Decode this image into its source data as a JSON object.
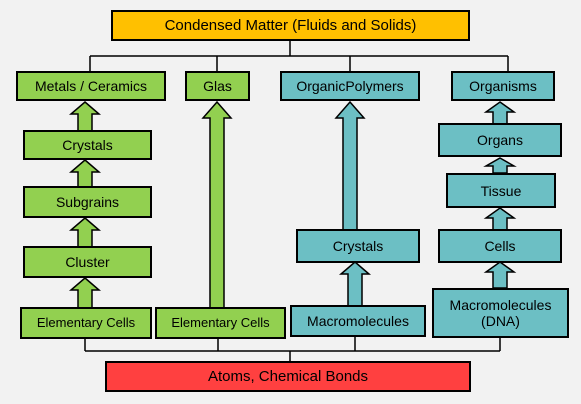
{
  "top": "Condensed Matter (Fluids and Solids)",
  "bottom": "Atoms, Chemical Bonds",
  "metals": {
    "top": "Metals / Ceramics",
    "crystals": "Crystals",
    "subgrains": "Subgrains",
    "cluster": "Cluster",
    "base": "Elementary Cells"
  },
  "glas": {
    "top": "Glas",
    "base": "Elementary Cells"
  },
  "polymers": {
    "top": "OrganicPolymers",
    "crystals": "Crystals",
    "base": "Macromolecules"
  },
  "organisms": {
    "top": "Organisms",
    "organs": "Organs",
    "tissue": "Tissue",
    "cells": "Cells",
    "base_line1": "Macromolecules",
    "base_line2": "(DNA)"
  },
  "colors": {
    "top": "#ffc000",
    "bottom": "#ff4040",
    "metals_glas": "#92d050",
    "polymers_organisms": "#6cbfc4"
  }
}
